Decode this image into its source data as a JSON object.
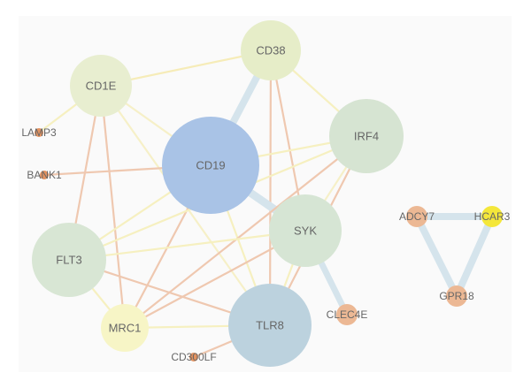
{
  "network": {
    "nodes": [
      {
        "id": "CD19",
        "label": "CD19",
        "color": "#a9c3e6"
      },
      {
        "id": "CD38",
        "label": "CD38",
        "color": "#e6edc8"
      },
      {
        "id": "CD1E",
        "label": "CD1E",
        "color": "#e8eed0"
      },
      {
        "id": "IRF4",
        "label": "IRF4",
        "color": "#d6e4d2"
      },
      {
        "id": "SYK",
        "label": "SYK",
        "color": "#d6e5d4"
      },
      {
        "id": "FLT3",
        "label": "FLT3",
        "color": "#d8e6d4"
      },
      {
        "id": "TLR8",
        "label": "TLR8",
        "color": "#bcd2de"
      },
      {
        "id": "MRC1",
        "label": "MRC1",
        "color": "#f7f5c6"
      },
      {
        "id": "CLEC4E",
        "label": "CLEC4E",
        "color": "#ecb894"
      },
      {
        "id": "LAMP3",
        "label": "LAMP3",
        "color": "#e3925f"
      },
      {
        "id": "BANK1",
        "label": "BANK1",
        "color": "#e3925f"
      },
      {
        "id": "CD300LF",
        "label": "CD300LF",
        "color": "#e3925f"
      },
      {
        "id": "ADCY7",
        "label": "ADCY7",
        "color": "#ecb894"
      },
      {
        "id": "HCAR3",
        "label": "HCAR3",
        "color": "#f4e73a"
      },
      {
        "id": "GPR18",
        "label": "GPR18",
        "color": "#ecb894"
      }
    ],
    "edges": [
      {
        "source": "CD1E",
        "target": "CD38",
        "color": "#f6ecb8"
      },
      {
        "source": "CD1E",
        "target": "LAMP3",
        "color": "#f6f0c0"
      },
      {
        "source": "CD1E",
        "target": "FLT3",
        "color": "#efc8b0"
      },
      {
        "source": "CD1E",
        "target": "MRC1",
        "color": "#efc8b0"
      },
      {
        "source": "CD1E",
        "target": "SYK",
        "color": "#f6f0c8"
      },
      {
        "source": "CD1E",
        "target": "TLR8",
        "color": "#f6f0c8"
      },
      {
        "source": "CD38",
        "target": "CD19",
        "color": "#d5e4ec"
      },
      {
        "source": "CD38",
        "target": "IRF4",
        "color": "#f6f0c0"
      },
      {
        "source": "CD38",
        "target": "SYK",
        "color": "#efc8b0"
      },
      {
        "source": "CD38",
        "target": "TLR8",
        "color": "#efc8b0"
      },
      {
        "source": "CD19",
        "target": "FLT3",
        "color": "#f6f0c0"
      },
      {
        "source": "CD19",
        "target": "MRC1",
        "color": "#efc8b0"
      },
      {
        "source": "CD19",
        "target": "SYK",
        "color": "#d5e4ec"
      },
      {
        "source": "CD19",
        "target": "TLR8",
        "color": "#f6f0c0"
      },
      {
        "source": "CD19",
        "target": "IRF4",
        "color": "#f6f0c0"
      },
      {
        "source": "BANK1",
        "target": "CD19",
        "color": "#efc8b0"
      },
      {
        "source": "IRF4",
        "target": "FLT3",
        "color": "#f6f0c0"
      },
      {
        "source": "IRF4",
        "target": "MRC1",
        "color": "#efc8b0"
      },
      {
        "source": "IRF4",
        "target": "TLR8",
        "color": "#efc8b0"
      },
      {
        "source": "IRF4",
        "target": "SYK",
        "color": "#f6f0c8"
      },
      {
        "source": "SYK",
        "target": "FLT3",
        "color": "#f6f0c0"
      },
      {
        "source": "SYK",
        "target": "TLR8",
        "color": "#f6f0c0"
      },
      {
        "source": "SYK",
        "target": "MRC1",
        "color": "#efc8b0"
      },
      {
        "source": "SYK",
        "target": "CLEC4E",
        "color": "#d5e4ec"
      },
      {
        "source": "FLT3",
        "target": "MRC1",
        "color": "#f6f0c0"
      },
      {
        "source": "FLT3",
        "target": "TLR8",
        "color": "#efc8b0"
      },
      {
        "source": "MRC1",
        "target": "TLR8",
        "color": "#f6f0c0"
      },
      {
        "source": "TLR8",
        "target": "CD300LF",
        "color": "#efc8b0"
      },
      {
        "source": "ADCY7",
        "target": "HCAR3",
        "color": "#d5e4ec"
      },
      {
        "source": "ADCY7",
        "target": "GPR18",
        "color": "#d5e4ec"
      },
      {
        "source": "HCAR3",
        "target": "GPR18",
        "color": "#d5e4ec"
      }
    ]
  }
}
